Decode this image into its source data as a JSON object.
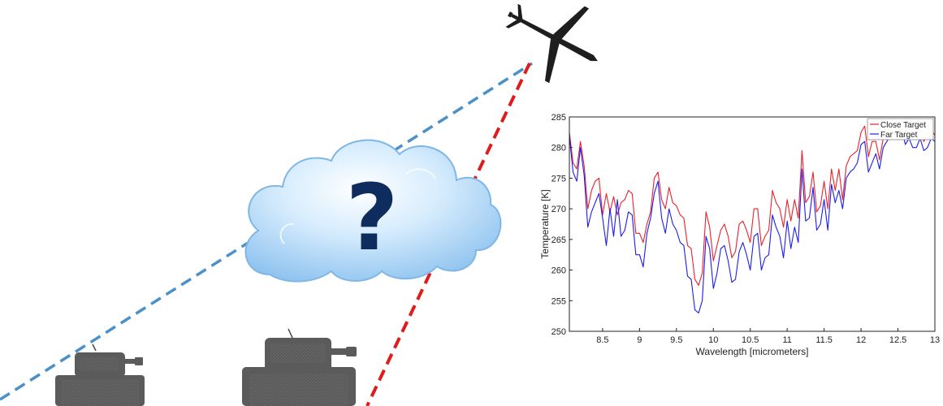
{
  "scene": {
    "cloud_symbol": "?",
    "icons": [
      "drone-icon",
      "cloud-icon",
      "tank-icon",
      "tank-icon"
    ],
    "colors": {
      "blue_path": "#4a90c9",
      "red_path": "#e01b1b",
      "tank": "#5a5a5a",
      "cloud_fill": "#bfe0fb",
      "question_mark": "#0e2d5e"
    }
  },
  "chart_data": {
    "type": "line",
    "xlabel": "Wavelength [micrometers]",
    "ylabel": "Temperature [K]",
    "xlim": [
      8.05,
      13.0
    ],
    "ylim": [
      250,
      285
    ],
    "xticks": [
      8.5,
      9,
      9.5,
      10,
      10.5,
      11,
      11.5,
      12,
      12.5,
      13
    ],
    "xtick_labels": [
      "8.5",
      "9",
      "9.5",
      "10",
      "10.5",
      "11",
      "11.5",
      "12",
      "12.5",
      "13"
    ],
    "yticks": [
      250,
      255,
      260,
      265,
      270,
      275,
      280,
      285
    ],
    "ytick_labels": [
      "250",
      "255",
      "260",
      "265",
      "270",
      "275",
      "280",
      "285"
    ],
    "legend_position": "top-right",
    "grid": false,
    "x": [
      8.05,
      8.1,
      8.15,
      8.2,
      8.25,
      8.3,
      8.35,
      8.4,
      8.45,
      8.5,
      8.55,
      8.6,
      8.65,
      8.7,
      8.75,
      8.8,
      8.85,
      8.9,
      8.95,
      9.0,
      9.05,
      9.1,
      9.15,
      9.2,
      9.25,
      9.3,
      9.35,
      9.4,
      9.45,
      9.5,
      9.55,
      9.6,
      9.65,
      9.7,
      9.75,
      9.8,
      9.85,
      9.9,
      9.95,
      10.0,
      10.05,
      10.1,
      10.15,
      10.2,
      10.25,
      10.3,
      10.35,
      10.4,
      10.45,
      10.5,
      10.55,
      10.6,
      10.65,
      10.7,
      10.75,
      10.8,
      10.85,
      10.9,
      10.95,
      11.0,
      11.05,
      11.1,
      11.15,
      11.2,
      11.25,
      11.3,
      11.35,
      11.4,
      11.45,
      11.5,
      11.55,
      11.6,
      11.65,
      11.7,
      11.75,
      11.8,
      11.85,
      11.9,
      11.95,
      12.0,
      12.05,
      12.1,
      12.15,
      12.2,
      12.25,
      12.3,
      12.35,
      12.4,
      12.45,
      12.5,
      12.55,
      12.6,
      12.65,
      12.7,
      12.75,
      12.8,
      12.85,
      12.9,
      12.95,
      13.0
    ],
    "series": [
      {
        "name": "Close Target",
        "color": "#e8212b",
        "values": [
          282.5,
          277.5,
          276.5,
          281.0,
          277.0,
          270.0,
          273.0,
          274.5,
          275.0,
          269.0,
          272.5,
          269.5,
          272.0,
          269.0,
          271.0,
          271.5,
          273.0,
          272.5,
          266.0,
          266.0,
          264.5,
          267.5,
          269.5,
          275.0,
          276.0,
          271.5,
          270.0,
          273.5,
          271.0,
          270.5,
          269.0,
          268.5,
          264.0,
          263.5,
          258.5,
          257.5,
          259.5,
          269.5,
          267.0,
          261.5,
          264.0,
          266.5,
          267.5,
          265.5,
          262.0,
          263.0,
          267.5,
          268.0,
          266.5,
          264.5,
          270.0,
          270.0,
          264.0,
          265.5,
          266.5,
          273.0,
          271.0,
          270.0,
          267.0,
          271.5,
          268.0,
          271.5,
          268.5,
          279.5,
          271.0,
          272.0,
          276.0,
          269.5,
          270.5,
          274.5,
          270.0,
          276.5,
          273.0,
          276.5,
          271.5,
          277.0,
          278.5,
          279.0,
          279.5,
          282.5,
          283.5,
          278.5,
          281.0,
          281.0,
          278.0,
          281.5,
          282.0,
          283.0,
          282.5,
          283.5,
          284.0,
          282.0,
          283.5,
          282.0,
          281.5,
          283.0,
          281.0,
          282.0,
          283.0,
          282.0
        ]
      },
      {
        "name": "Far Target",
        "color": "#1c1cf0",
        "values": [
          282.0,
          276.0,
          274.5,
          280.0,
          275.5,
          267.0,
          269.5,
          271.0,
          272.5,
          268.5,
          264.0,
          270.0,
          265.5,
          271.5,
          265.5,
          266.5,
          269.5,
          269.0,
          262.5,
          262.5,
          260.5,
          266.0,
          268.5,
          272.5,
          274.5,
          268.5,
          266.0,
          270.0,
          267.5,
          266.5,
          264.5,
          264.0,
          259.0,
          258.5,
          253.5,
          253.0,
          255.0,
          265.5,
          263.5,
          257.0,
          259.5,
          263.5,
          264.0,
          261.5,
          258.0,
          258.5,
          263.0,
          264.5,
          262.5,
          260.0,
          265.5,
          266.0,
          260.0,
          262.0,
          262.5,
          269.0,
          267.0,
          265.5,
          262.0,
          268.0,
          263.5,
          267.0,
          264.5,
          276.5,
          268.0,
          268.5,
          273.5,
          266.5,
          267.5,
          271.5,
          266.5,
          274.0,
          271.0,
          273.0,
          270.0,
          275.0,
          276.0,
          276.5,
          277.5,
          280.5,
          281.0,
          276.0,
          277.5,
          279.0,
          276.5,
          280.0,
          281.0,
          282.0,
          281.5,
          282.5,
          283.0,
          280.5,
          281.5,
          280.0,
          280.0,
          281.5,
          279.5,
          280.0,
          281.5,
          281.0
        ]
      }
    ]
  }
}
